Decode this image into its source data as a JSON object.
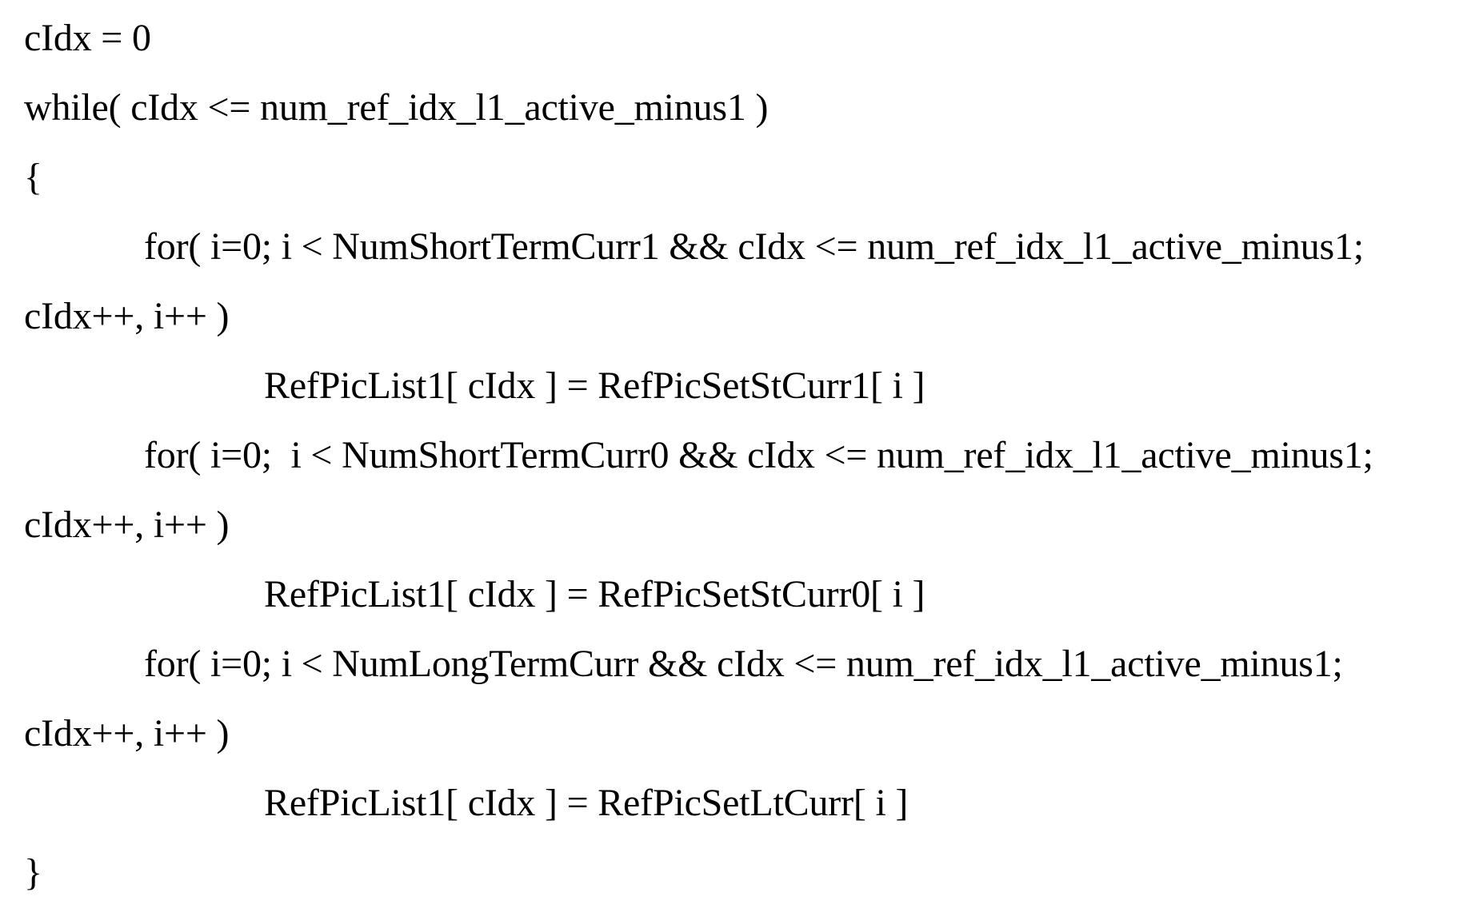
{
  "document": {
    "lines": [
      "cIdx = 0",
      "while( cIdx <= num_ref_idx_l1_active_minus1 )",
      "{",
      "for( i=0; i < NumShortTermCurr1 && cIdx <= num_ref_idx_l1_active_minus1;",
      "cIdx++, i++ )",
      "RefPicList1[ cIdx ] = RefPicSetStCurr1[ i ]",
      "for( i=0;  i < NumShortTermCurr0 && cIdx <= num_ref_idx_l1_active_minus1;",
      "cIdx++, i++ )",
      "RefPicList1[ cIdx ] = RefPicSetStCurr0[ i ]",
      "for( i=0; i < NumLongTermCurr && cIdx <= num_ref_idx_l1_active_minus1;",
      "cIdx++, i++ )",
      "RefPicList1[ cIdx ] = RefPicSetLtCurr[ i ]",
      "}"
    ]
  }
}
